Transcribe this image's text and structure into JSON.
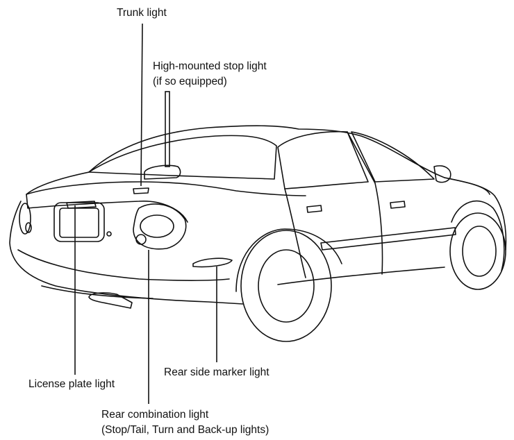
{
  "labels": {
    "trunk_light": "Trunk light",
    "high_stop_line1": "High-mounted stop light",
    "high_stop_line2": "(if so equipped)",
    "rear_side_marker": "Rear side marker light",
    "license_plate": "License plate light",
    "rear_combo_line1": "Rear combination light",
    "rear_combo_line2": "(Stop/Tail, Turn and Back-up lights)"
  }
}
